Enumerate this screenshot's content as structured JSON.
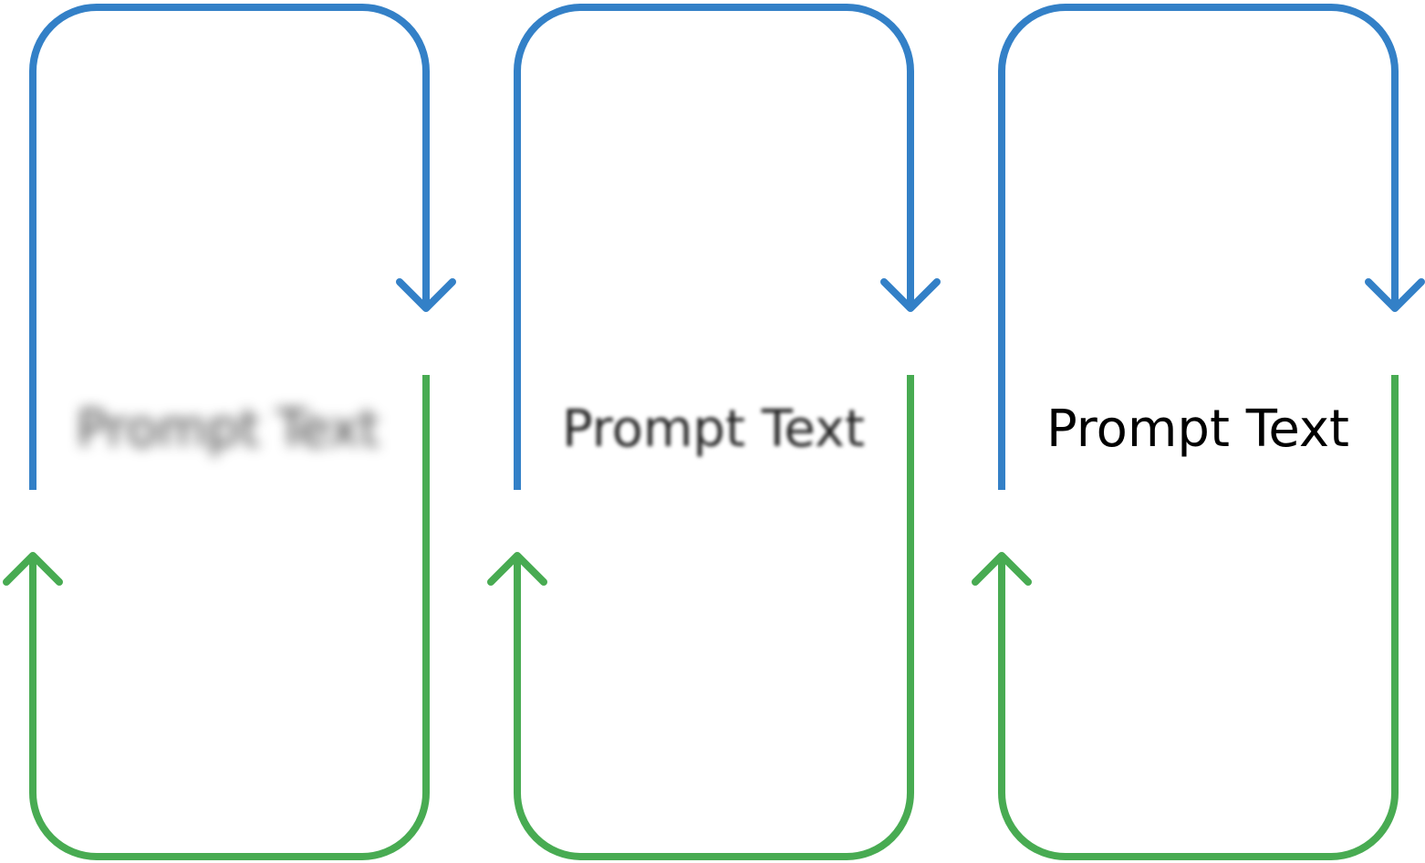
{
  "colors": {
    "top_loop": "#3380c7",
    "bottom_loop": "#48ab52",
    "text": "#000000",
    "background": "#ffffff"
  },
  "panels": [
    {
      "label": "Prompt Text",
      "blur": "heavy"
    },
    {
      "label": "Prompt Text",
      "blur": "light"
    },
    {
      "label": "Prompt Text",
      "blur": "none"
    }
  ]
}
